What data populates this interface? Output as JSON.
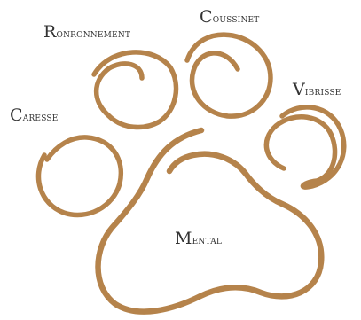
{
  "labels": {
    "ronronnement": "Ronronnement",
    "coussinet": "Coussinet",
    "vibrisse": "Vibrisse",
    "caresse": "Caresse",
    "mental": "Mental"
  },
  "colors": {
    "stroke": "#b5834b",
    "text": "#333333",
    "background": "#ffffff"
  }
}
